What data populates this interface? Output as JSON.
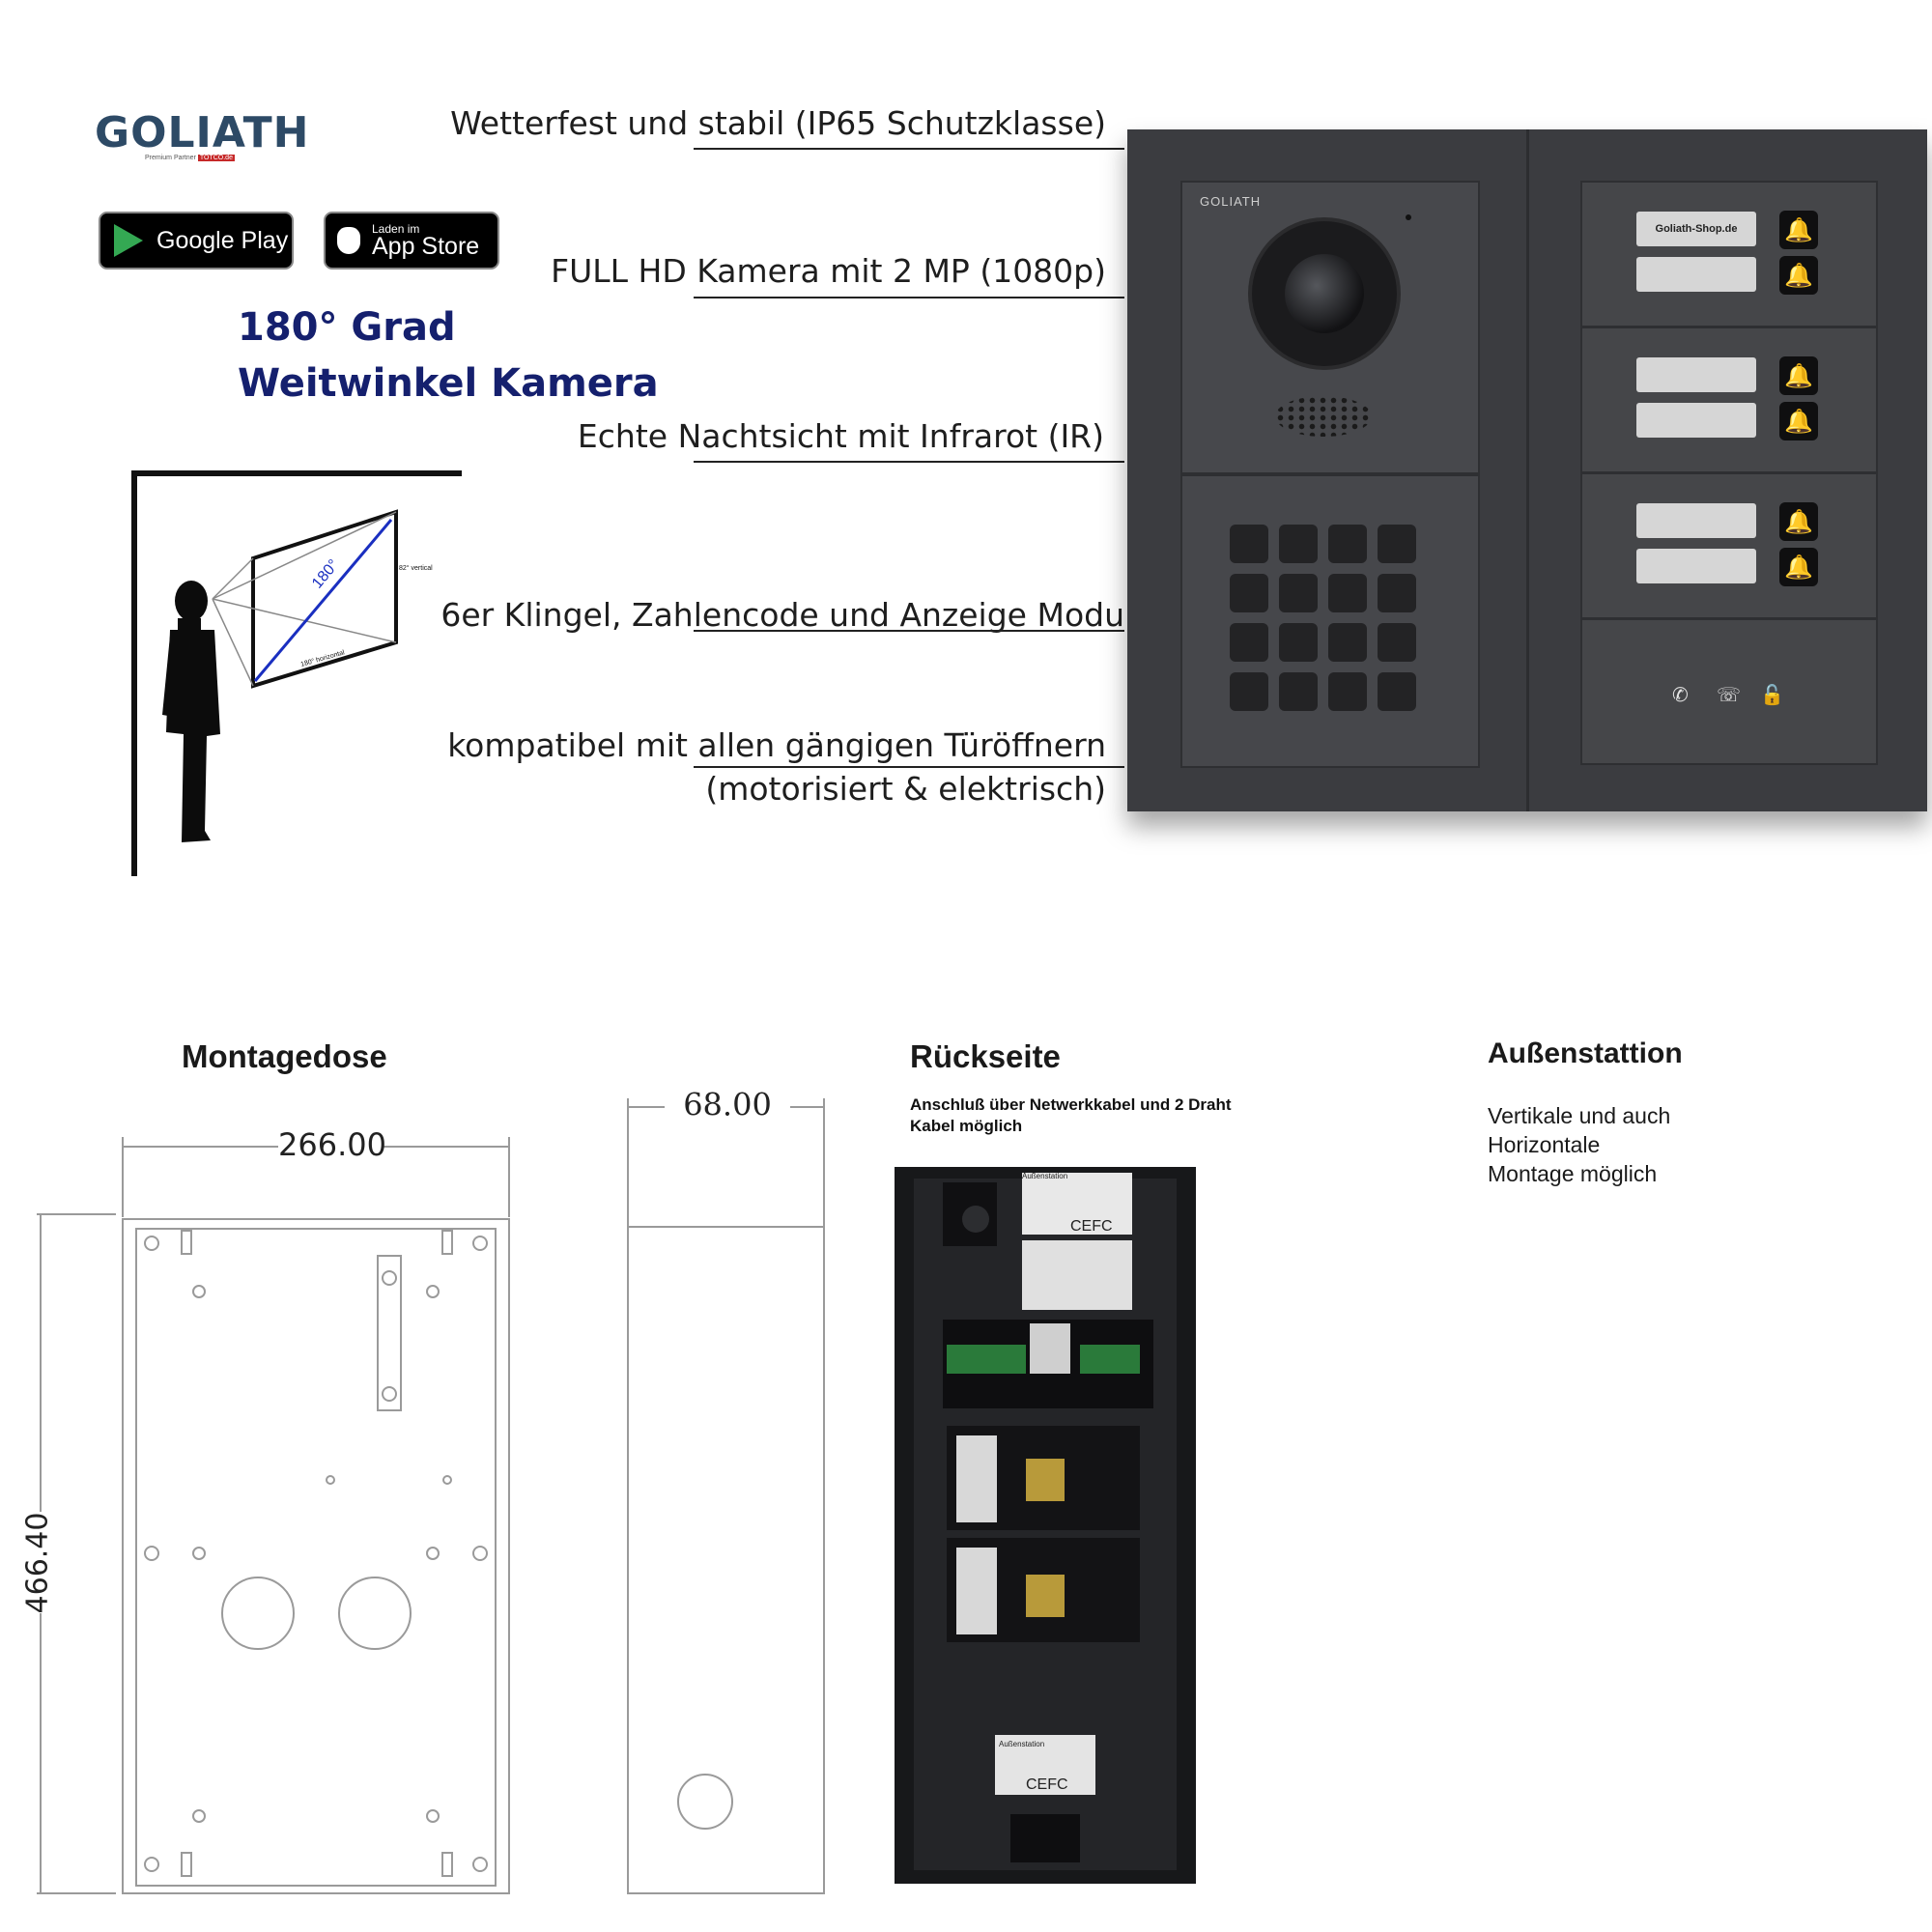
{
  "brand": {
    "logo": "GOLIATH",
    "partner_note": "Premium Partner",
    "partner_badge": "TOTCO.de"
  },
  "stores": {
    "google": "Google Play",
    "apple_small": "Laden im",
    "apple_big": "App Store"
  },
  "wide_angle": {
    "line1": "180° Grad",
    "line2": "Weitwinkel Kamera",
    "diagram_angle": "180°",
    "diagram_vertical": "82° vertical",
    "diagram_horizontal": "180° horizontal"
  },
  "features": [
    "Wetterfest und stabil (IP65 Schutzklasse)",
    "FULL HD Kamera mit 2 MP (1080p)",
    "Echte Nachtsicht mit Infrarot (IR)",
    "6er Klingel, Zahlencode und Anzeige Modu",
    "kompatibel mit allen gängigen Türöffnern",
    "(motorisiert & elektrisch)"
  ],
  "panel": {
    "logo": "GOLIATH",
    "name_label": "Goliath-Shop.de",
    "bell_icon": "bell-icon",
    "bell_glyph": "🔔",
    "status_icons": [
      "call-icon",
      "talk-icon",
      "unlock-icon"
    ],
    "status_glyphs": [
      "✆",
      "☏",
      "🔓"
    ]
  },
  "montagedose": {
    "title": "Montagedose",
    "width": "266.00",
    "height": "466.40",
    "depth": "68.00"
  },
  "rueckseite": {
    "title": "Rückseite",
    "subtitle_line1": "Anschluß über Netwerkkabel und 2 Draht",
    "subtitle_line2": "Kabel möglich",
    "sticker_text": "Außenstation",
    "mark": "CEFC"
  },
  "aussenstation": {
    "title": "Außenstattion",
    "line1": "Vertikale und auch",
    "line2": "Horizontale",
    "line3": "Montage möglich"
  },
  "colors": {
    "brand_blue": "#2d4a66",
    "title_navy": "#15206e",
    "panel_gray": "#3b3c40"
  }
}
